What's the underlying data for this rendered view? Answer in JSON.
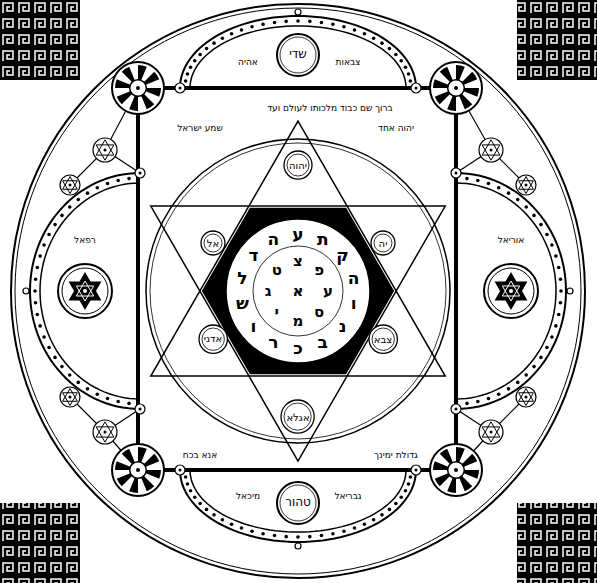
{
  "diagram": {
    "nodes": [
      {
        "text": [
          "שדי"
        ]
      },
      {
        "text": [
          "יהוה"
        ]
      },
      {
        "text": [
          "אל"
        ]
      },
      {
        "text": [
          "יה"
        ]
      },
      {
        "text": [
          "ע",
          "ת",
          "ק",
          "ה",
          "ו",
          "נ",
          "ב",
          "כ",
          "ר",
          "ו",
          "ש",
          "ל",
          "ד",
          "ה",
          "צ",
          "פ",
          "ע",
          "ס",
          "מ",
          "י",
          "ג",
          "ט",
          "א"
        ]
      },
      {
        "text": [
          "אדני"
        ]
      },
      {
        "text": [
          "צבא"
        ]
      },
      {
        "text": [
          "אגלא"
        ]
      },
      {
        "text": [
          "טהור"
        ]
      }
    ],
    "labels": [
      "ברוך שם כבוד מלכותו לעולם ועד",
      "שמע ישראל",
      "יהוה אחד",
      "אנא בכח",
      "גדולת ימינך",
      "אהיה",
      "צבאות",
      "מיכאל",
      "גבריאל",
      "רפאל",
      "אוריאל"
    ]
  }
}
